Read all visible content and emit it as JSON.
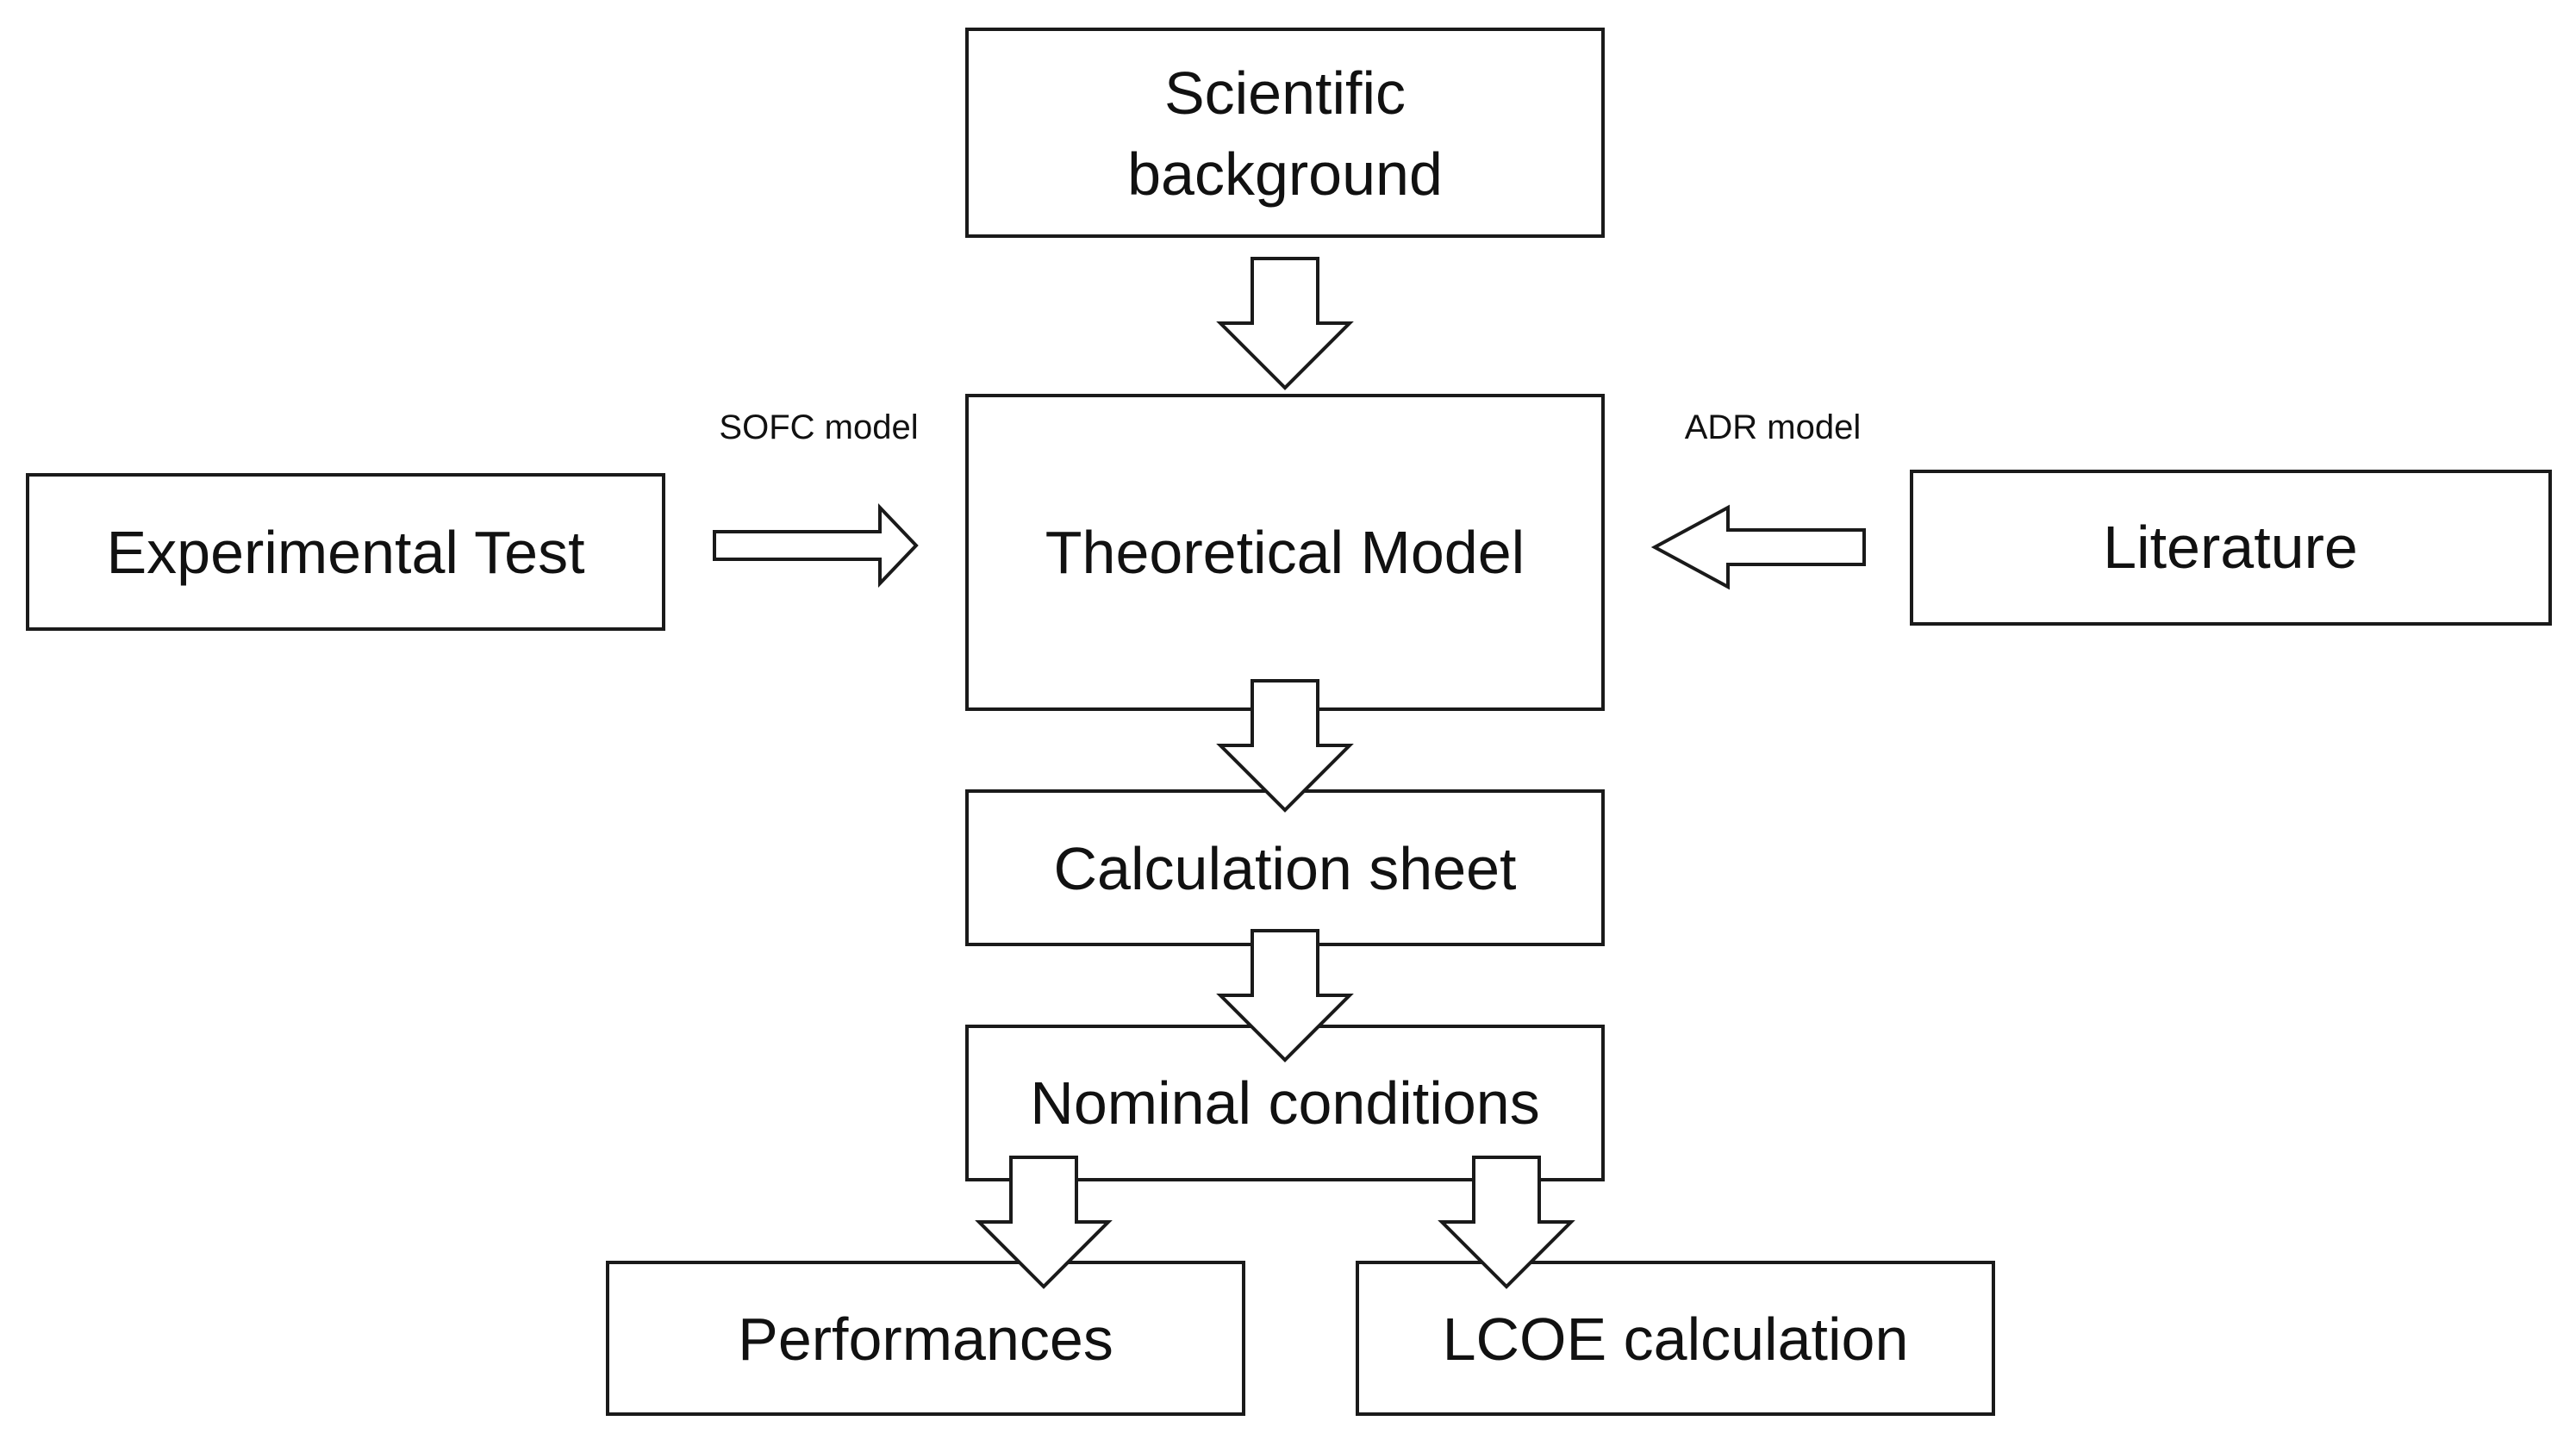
{
  "nodes": {
    "scientific_background": {
      "line1": "Scientific",
      "line2": "background"
    },
    "experimental_test": "Experimental Test",
    "theoretical_model": "Theoretical Model",
    "literature": "Literature",
    "calculation_sheet": "Calculation sheet",
    "nominal_conditions": "Nominal conditions",
    "performances": "Performances",
    "lcoe_calculation": "LCOE calculation"
  },
  "edge_labels": {
    "sofc": "SOFC model",
    "adr": "ADR model"
  },
  "edges": [
    {
      "from": "Scientific background",
      "to": "Theoretical Model"
    },
    {
      "from": "Experimental Test",
      "to": "Theoretical Model",
      "label": "SOFC model"
    },
    {
      "from": "Literature",
      "to": "Theoretical Model",
      "label": "ADR model"
    },
    {
      "from": "Theoretical Model",
      "to": "Calculation sheet"
    },
    {
      "from": "Calculation sheet",
      "to": "Nominal conditions"
    },
    {
      "from": "Nominal conditions",
      "to": "Performances"
    },
    {
      "from": "Nominal conditions",
      "to": "LCOE calculation"
    }
  ]
}
